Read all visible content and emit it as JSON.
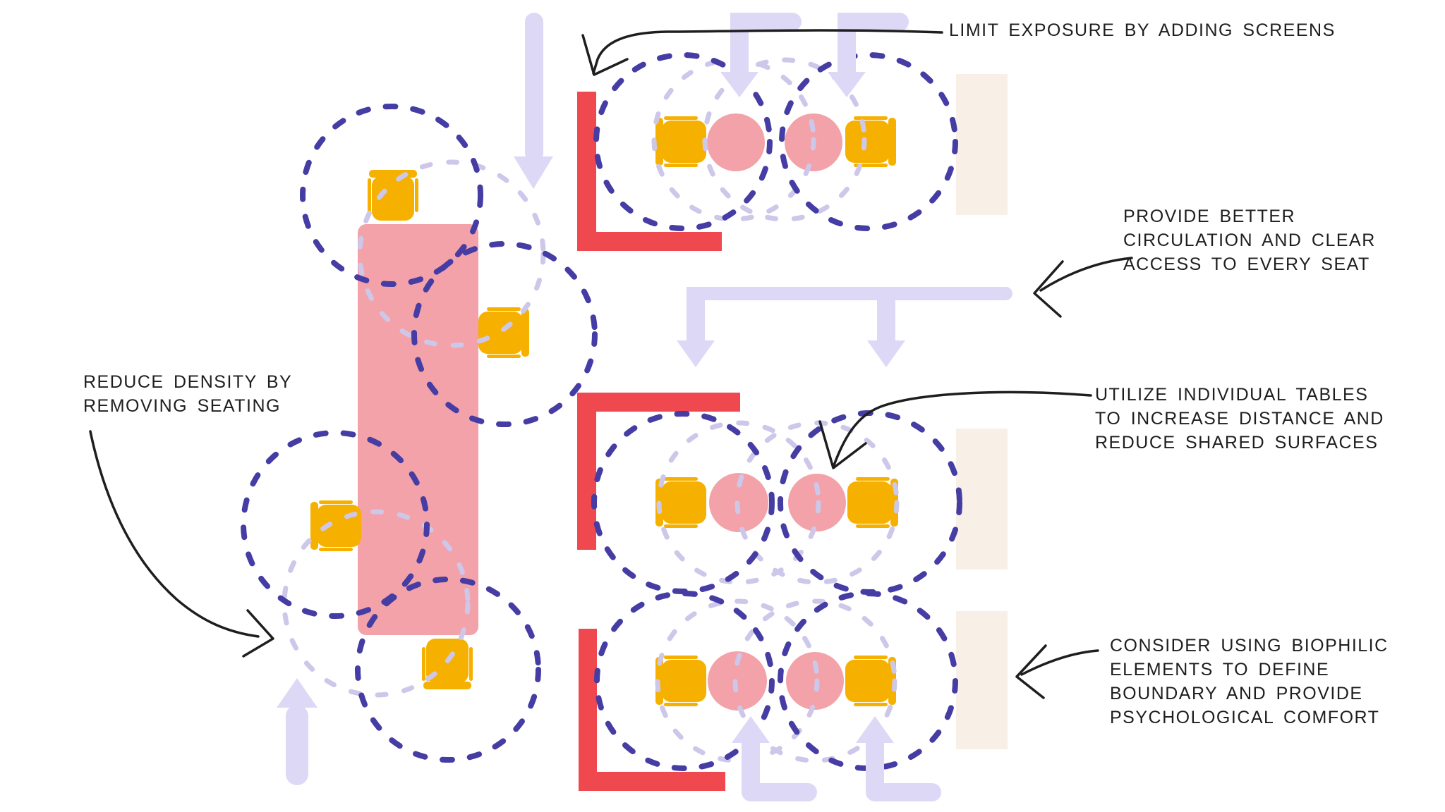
{
  "title": "Physical distancing seating layout diagram",
  "palette": {
    "table_pink": "#F3A2A9",
    "chair_amber": "#F6B100",
    "screen_red": "#F0484F",
    "radius_indigo": "#453CA4",
    "radius_ghost_lavender": "#CDC7EA",
    "flow_arrow_lavender": "#DED8F7",
    "planter_beige": "#F8EFE7",
    "annotation_ink": "#1E1E1E"
  },
  "annotations": {
    "limit_screens": {
      "lines": [
        "LIMIT EXPOSURE BY ADDING SCREENS"
      ]
    },
    "circulation": {
      "lines": [
        "PROVIDE BETTER",
        "CIRCULATION AND CLEAR",
        "ACCESS TO EVERY SEAT"
      ]
    },
    "reduce_density": {
      "lines": [
        "REDUCE DENSITY BY",
        "REMOVING SEATING"
      ]
    },
    "individual_tables": {
      "lines": [
        "UTILIZE INDIVIDUAL TABLES",
        "TO INCREASE DISTANCE AND",
        "REDUCE SHARED SURFACES"
      ]
    },
    "biophilic": {
      "lines": [
        "CONSIDER USING BIOPHILIC",
        "ELEMENTS TO DEFINE",
        "BOUNDARY AND PROVIDE",
        "PSYCHOLOGICAL COMFORT"
      ]
    }
  }
}
